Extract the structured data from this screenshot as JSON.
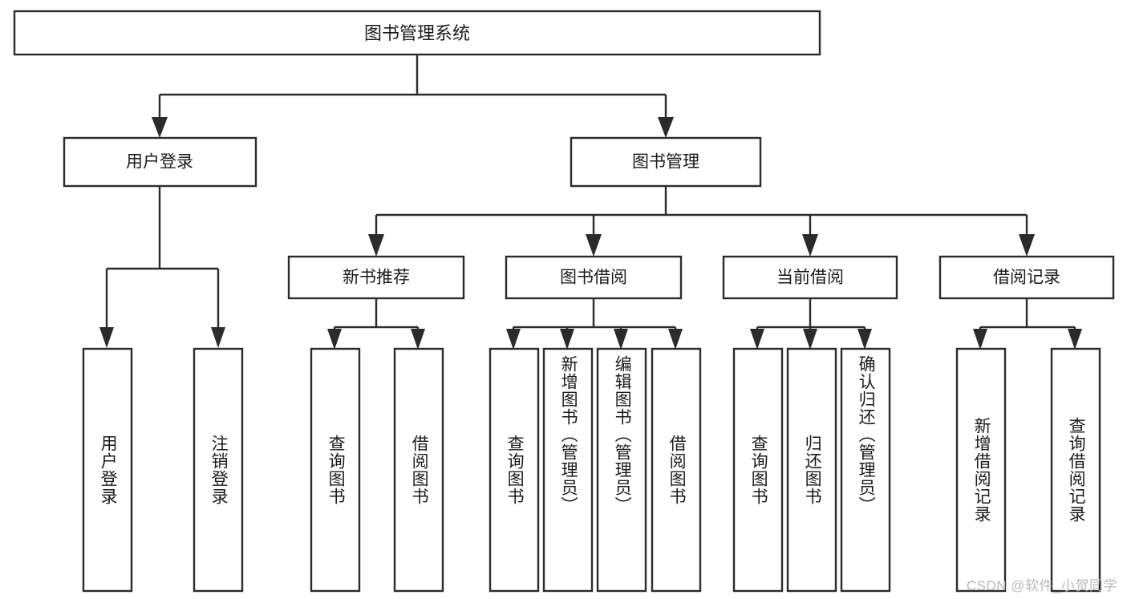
{
  "diagram": {
    "type": "tree-hierarchy-chart",
    "title": "图书管理系统",
    "orientation": "top-down",
    "colors": {
      "stroke": "#2b2b2b",
      "fill": "#ffffff",
      "text": "#1a1a1a",
      "background": "#ffffff",
      "watermark": "#b9b9b9"
    },
    "root": {
      "label": "图书管理系统"
    },
    "level2": [
      {
        "id": "user-login",
        "label": "用户登录"
      },
      {
        "id": "book-management",
        "label": "图书管理"
      }
    ],
    "level3": [
      {
        "id": "new-book-recommend",
        "label": "新书推荐",
        "parent": "book-management"
      },
      {
        "id": "book-borrow",
        "label": "图书借阅",
        "parent": "book-management"
      },
      {
        "id": "current-borrow",
        "label": "当前借阅",
        "parent": "book-management"
      },
      {
        "id": "borrow-record",
        "label": "借阅记录",
        "parent": "book-management"
      }
    ],
    "leaves": {
      "user-login": [
        {
          "id": "leaf-user-login",
          "label": "用户登录"
        },
        {
          "id": "leaf-user-logout",
          "label": "注销登录"
        }
      ],
      "new-book-recommend": [
        {
          "id": "leaf-query-book-1",
          "label": "查询图书"
        },
        {
          "id": "leaf-borrow-book-1",
          "label": "借阅图书"
        }
      ],
      "book-borrow": [
        {
          "id": "leaf-query-book-2",
          "label": "查询图书"
        },
        {
          "id": "leaf-add-book",
          "label": "新增图书（管理员）"
        },
        {
          "id": "leaf-edit-book",
          "label": "编辑图书（管理员）"
        },
        {
          "id": "leaf-borrow-book-2",
          "label": "借阅图书"
        }
      ],
      "current-borrow": [
        {
          "id": "leaf-query-book-3",
          "label": "查询图书"
        },
        {
          "id": "leaf-return-book",
          "label": "归还图书"
        },
        {
          "id": "leaf-confirm-return",
          "label": "确认归还（管理员）"
        }
      ],
      "borrow-record": [
        {
          "id": "leaf-add-record",
          "label": "新增借阅记录"
        },
        {
          "id": "leaf-query-record",
          "label": "查询借阅记录"
        }
      ]
    },
    "watermark": "CSDN @软件_小贺同学"
  }
}
